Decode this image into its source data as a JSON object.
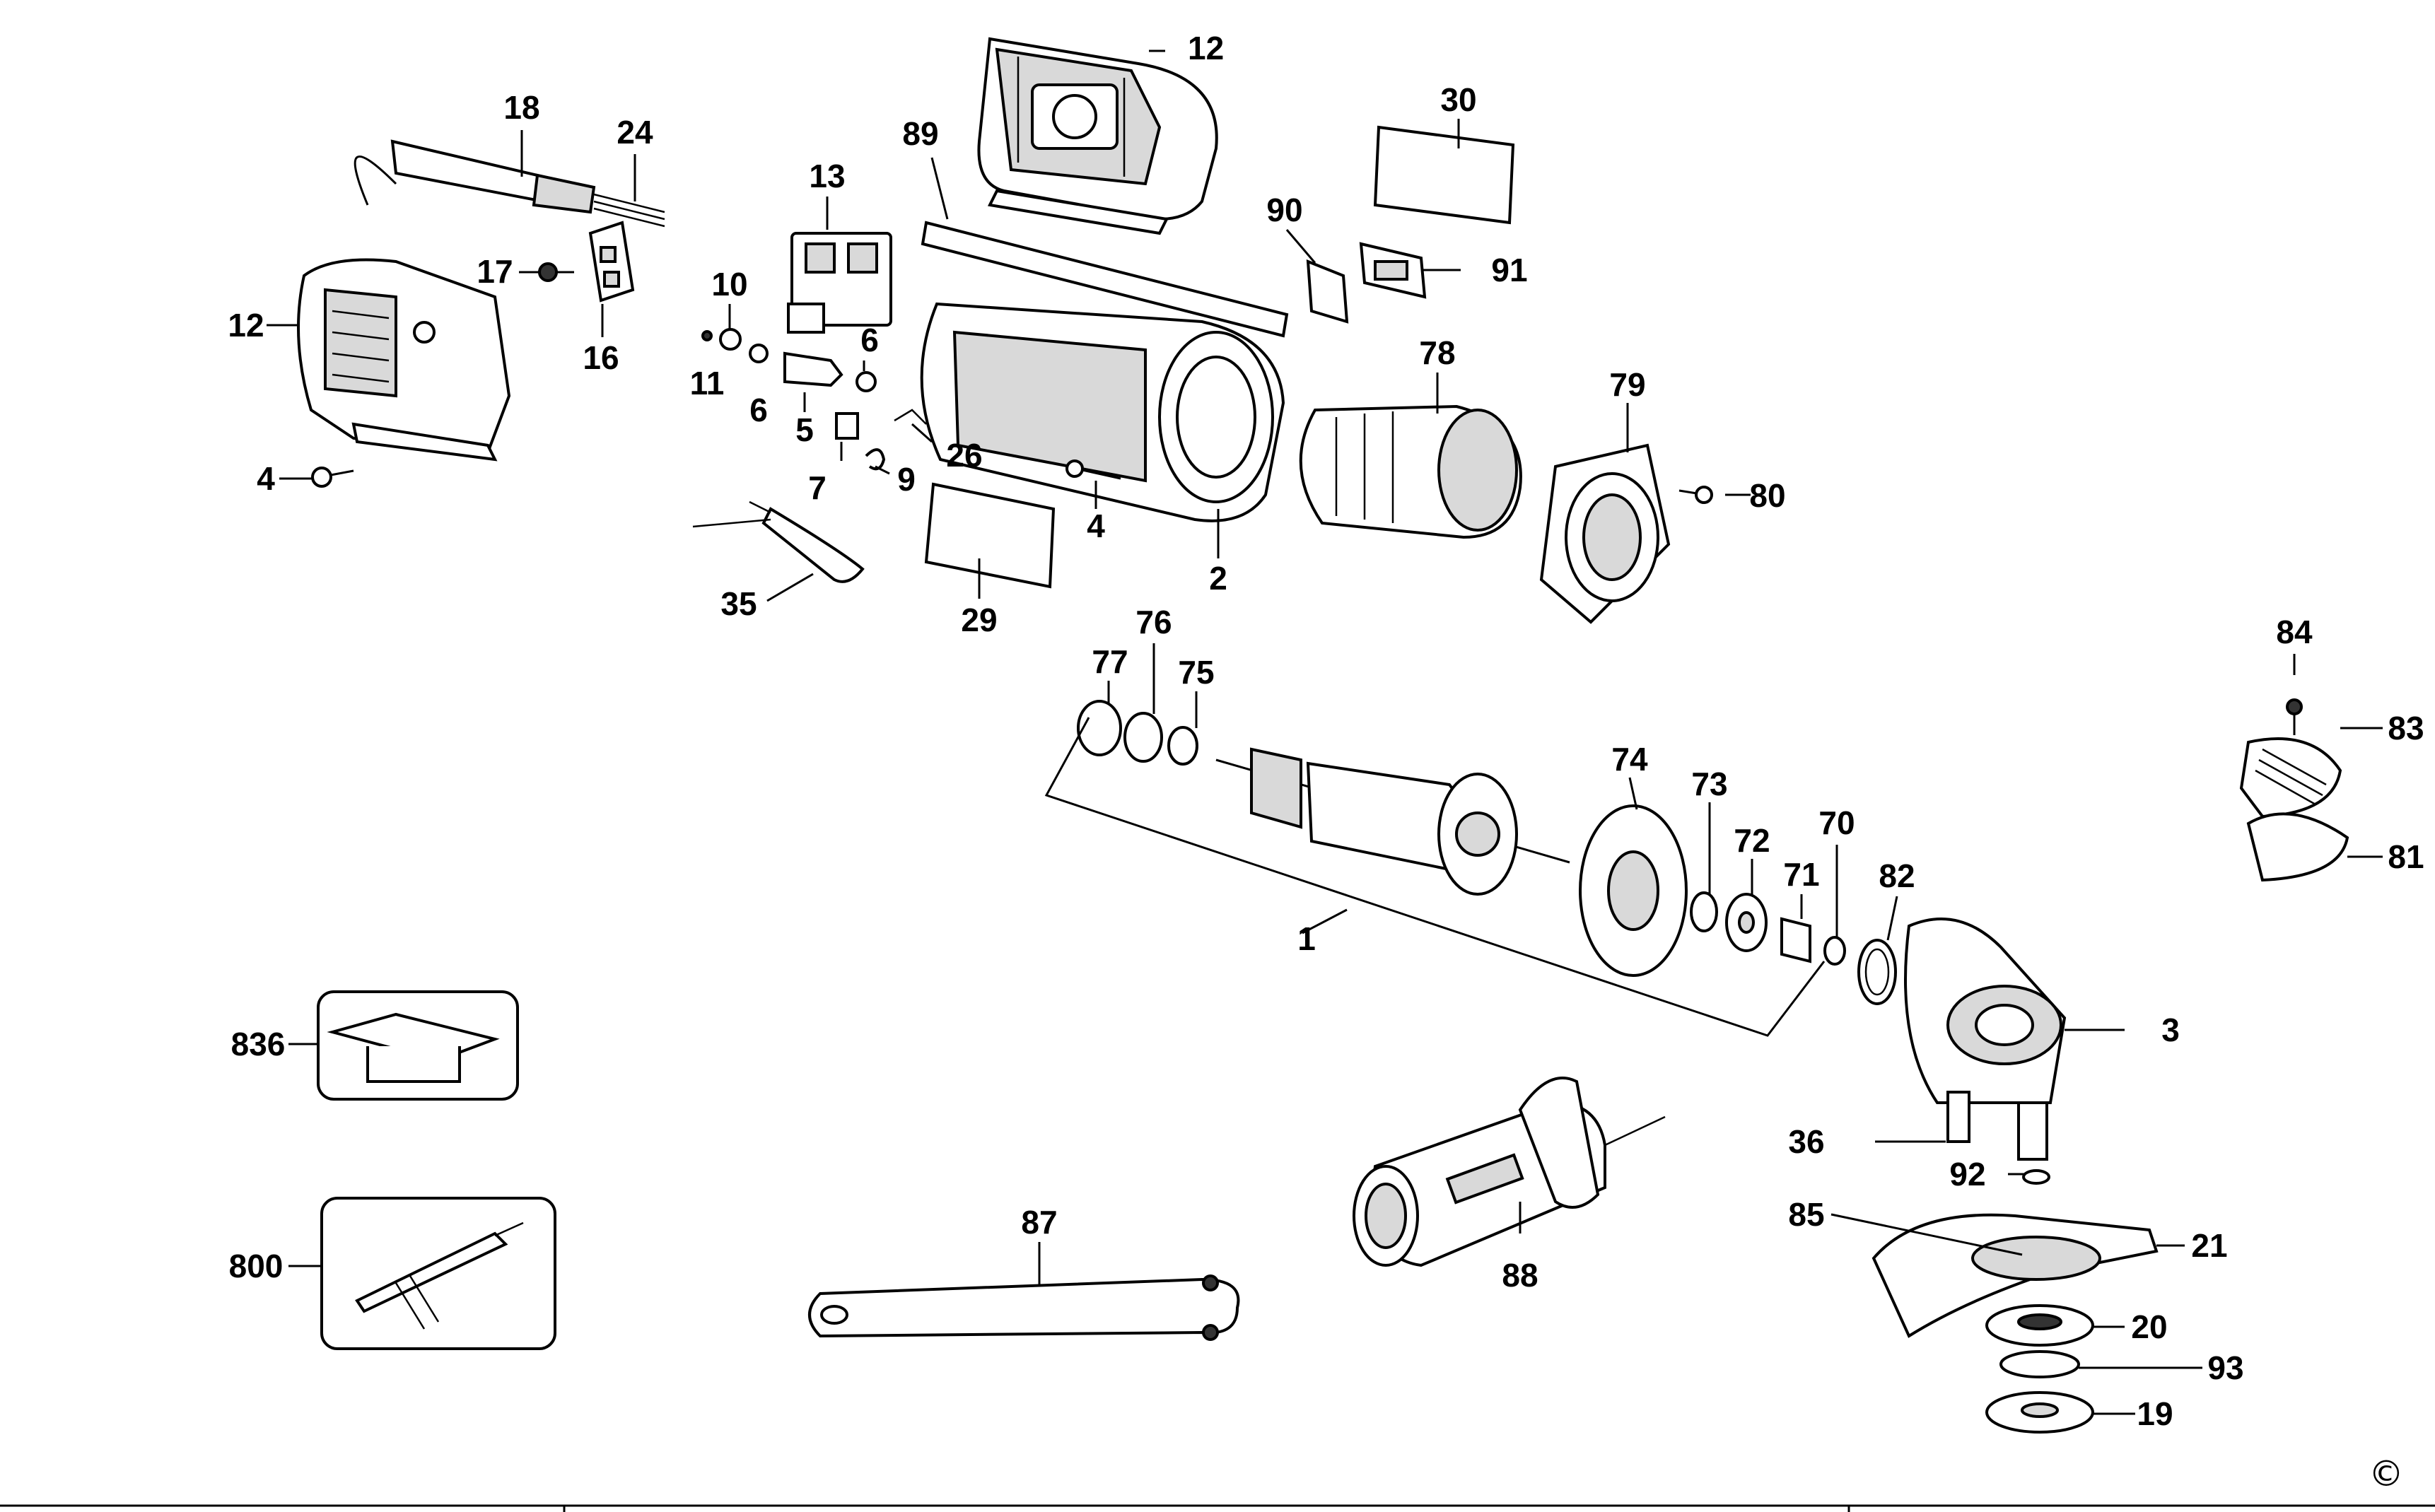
{
  "title": "",
  "copyright_symbol": "©",
  "callouts": [
    {
      "id": "c12a",
      "text": "12"
    },
    {
      "id": "c18",
      "text": "18"
    },
    {
      "id": "c24",
      "text": "24"
    },
    {
      "id": "c17",
      "text": "17"
    },
    {
      "id": "c16",
      "text": "16"
    },
    {
      "id": "c12b",
      "text": "12"
    },
    {
      "id": "c4a",
      "text": "4"
    },
    {
      "id": "c13",
      "text": "13"
    },
    {
      "id": "c10",
      "text": "10"
    },
    {
      "id": "c11",
      "text": "11"
    },
    {
      "id": "c6a",
      "text": "6"
    },
    {
      "id": "c6b",
      "text": "6"
    },
    {
      "id": "c5",
      "text": "5"
    },
    {
      "id": "c7",
      "text": "7"
    },
    {
      "id": "c9",
      "text": "9"
    },
    {
      "id": "c26",
      "text": "26"
    },
    {
      "id": "c35",
      "text": "35"
    },
    {
      "id": "c89",
      "text": "89"
    },
    {
      "id": "c29",
      "text": "29"
    },
    {
      "id": "c4b",
      "text": "4"
    },
    {
      "id": "c2",
      "text": "2"
    },
    {
      "id": "c30",
      "text": "30"
    },
    {
      "id": "c90",
      "text": "90"
    },
    {
      "id": "c91",
      "text": "91"
    },
    {
      "id": "c78",
      "text": "78"
    },
    {
      "id": "c79",
      "text": "79"
    },
    {
      "id": "c80",
      "text": "80"
    },
    {
      "id": "c77",
      "text": "77"
    },
    {
      "id": "c76",
      "text": "76"
    },
    {
      "id": "c75",
      "text": "75"
    },
    {
      "id": "c74",
      "text": "74"
    },
    {
      "id": "c73",
      "text": "73"
    },
    {
      "id": "c72",
      "text": "72"
    },
    {
      "id": "c71",
      "text": "71"
    },
    {
      "id": "c70",
      "text": "70"
    },
    {
      "id": "c82",
      "text": "82"
    },
    {
      "id": "c1",
      "text": "1"
    },
    {
      "id": "c84",
      "text": "84"
    },
    {
      "id": "c83",
      "text": "83"
    },
    {
      "id": "c81",
      "text": "81"
    },
    {
      "id": "c3",
      "text": "3"
    },
    {
      "id": "c36",
      "text": "36"
    },
    {
      "id": "c92",
      "text": "92"
    },
    {
      "id": "c85",
      "text": "85"
    },
    {
      "id": "c21",
      "text": "21"
    },
    {
      "id": "c20",
      "text": "20"
    },
    {
      "id": "c93",
      "text": "93"
    },
    {
      "id": "c19",
      "text": "19"
    },
    {
      "id": "c836",
      "text": "836"
    },
    {
      "id": "c800",
      "text": "800"
    },
    {
      "id": "c87",
      "text": "87"
    },
    {
      "id": "c88",
      "text": "88"
    }
  ]
}
